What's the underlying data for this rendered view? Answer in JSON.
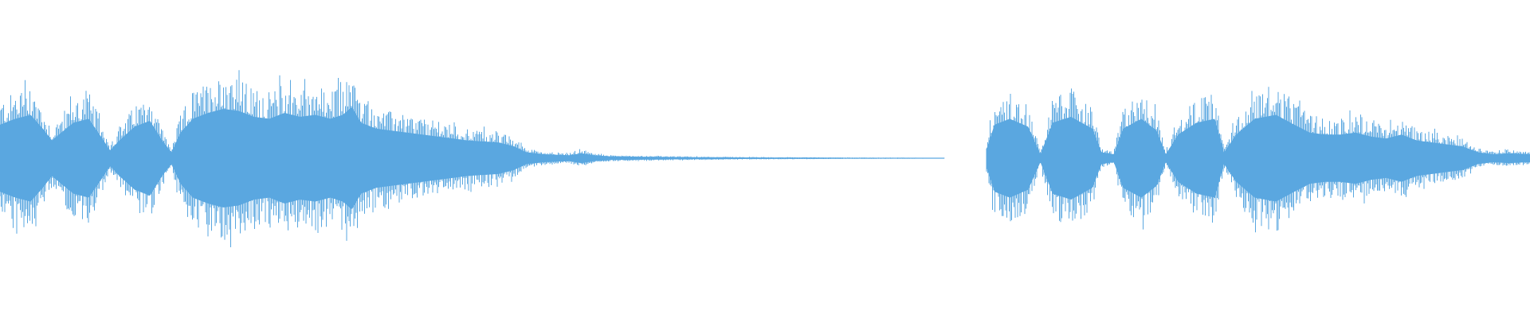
{
  "waveform": {
    "color": "#5aa7e0",
    "background": "#ffffff",
    "duration_fraction_silent_gap": [
      0.617,
      0.645
    ],
    "segments": [
      {
        "name": "segment-1",
        "start": 0.0,
        "end": 0.617,
        "envelope": [
          [
            0.0,
            0.34
          ],
          [
            0.01,
            0.4
          ],
          [
            0.02,
            0.44
          ],
          [
            0.028,
            0.3
          ],
          [
            0.034,
            0.18
          ],
          [
            0.04,
            0.26
          ],
          [
            0.048,
            0.36
          ],
          [
            0.058,
            0.4
          ],
          [
            0.066,
            0.22
          ],
          [
            0.072,
            0.08
          ],
          [
            0.078,
            0.18
          ],
          [
            0.088,
            0.32
          ],
          [
            0.098,
            0.38
          ],
          [
            0.106,
            0.18
          ],
          [
            0.112,
            0.06
          ],
          [
            0.118,
            0.26
          ],
          [
            0.126,
            0.4
          ],
          [
            0.136,
            0.46
          ],
          [
            0.146,
            0.5
          ],
          [
            0.156,
            0.48
          ],
          [
            0.166,
            0.42
          ],
          [
            0.176,
            0.4
          ],
          [
            0.186,
            0.46
          ],
          [
            0.196,
            0.42
          ],
          [
            0.206,
            0.44
          ],
          [
            0.216,
            0.4
          ],
          [
            0.224,
            0.44
          ],
          [
            0.23,
            0.52
          ],
          [
            0.236,
            0.36
          ],
          [
            0.246,
            0.3
          ],
          [
            0.256,
            0.28
          ],
          [
            0.266,
            0.26
          ],
          [
            0.276,
            0.24
          ],
          [
            0.286,
            0.22
          ],
          [
            0.296,
            0.2
          ],
          [
            0.306,
            0.18
          ],
          [
            0.316,
            0.17
          ],
          [
            0.326,
            0.16
          ],
          [
            0.336,
            0.12
          ],
          [
            0.344,
            0.06
          ],
          [
            0.356,
            0.04
          ],
          [
            0.372,
            0.03
          ],
          [
            0.38,
            0.05
          ],
          [
            0.388,
            0.03
          ],
          [
            0.4,
            0.018
          ],
          [
            0.44,
            0.012
          ],
          [
            0.48,
            0.008
          ],
          [
            0.52,
            0.006
          ],
          [
            0.56,
            0.004
          ],
          [
            0.6,
            0.003
          ],
          [
            0.617,
            0.002
          ]
        ]
      },
      {
        "name": "segment-2",
        "start": 0.645,
        "end": 1.0,
        "envelope": [
          [
            0.645,
            0.1
          ],
          [
            0.65,
            0.34
          ],
          [
            0.66,
            0.4
          ],
          [
            0.672,
            0.32
          ],
          [
            0.68,
            0.04
          ],
          [
            0.688,
            0.36
          ],
          [
            0.7,
            0.42
          ],
          [
            0.714,
            0.3
          ],
          [
            0.72,
            0.06
          ],
          [
            0.728,
            0.04
          ],
          [
            0.734,
            0.3
          ],
          [
            0.746,
            0.4
          ],
          [
            0.756,
            0.28
          ],
          [
            0.762,
            0.04
          ],
          [
            0.77,
            0.24
          ],
          [
            0.782,
            0.36
          ],
          [
            0.794,
            0.4
          ],
          [
            0.8,
            0.06
          ],
          [
            0.808,
            0.24
          ],
          [
            0.82,
            0.4
          ],
          [
            0.834,
            0.44
          ],
          [
            0.846,
            0.34
          ],
          [
            0.856,
            0.26
          ],
          [
            0.866,
            0.24
          ],
          [
            0.876,
            0.24
          ],
          [
            0.886,
            0.26
          ],
          [
            0.896,
            0.22
          ],
          [
            0.906,
            0.2
          ],
          [
            0.916,
            0.24
          ],
          [
            0.926,
            0.18
          ],
          [
            0.936,
            0.16
          ],
          [
            0.946,
            0.14
          ],
          [
            0.956,
            0.12
          ],
          [
            0.966,
            0.06
          ],
          [
            0.976,
            0.04
          ],
          [
            0.986,
            0.05
          ],
          [
            1.0,
            0.04
          ]
        ]
      }
    ]
  }
}
